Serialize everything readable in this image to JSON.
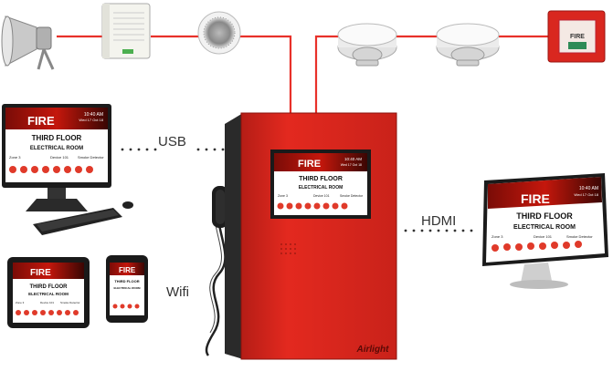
{
  "connections": {
    "usb": "USB",
    "hdmi": "HDMI",
    "wifi": "Wifi"
  },
  "screen": {
    "alarm": "FIRE",
    "floor": "THIRD FLOOR",
    "room": "ELECTRICAL ROOM",
    "time": "10:40 AM",
    "date": "Wed 17 Oct 18",
    "zone": "Zone 3",
    "device": "Device 101",
    "detector": "Smoke Detector"
  },
  "panel": {
    "brand": "Airlight"
  },
  "colors": {
    "wire": "#e8312a",
    "panel_red": "#d9271f",
    "screen_header": "#a2140d",
    "icon_red": "#e03a2a"
  },
  "icons": [
    "speaker-horn-icon",
    "wall-speaker-icon",
    "ceiling-speaker-icon",
    "smoke-detector-icon",
    "heat-detector-icon",
    "manual-call-point-icon",
    "desktop-monitor-icon",
    "tablet-icon",
    "phone-icon",
    "wall-monitor-icon",
    "fire-panel-icon"
  ]
}
